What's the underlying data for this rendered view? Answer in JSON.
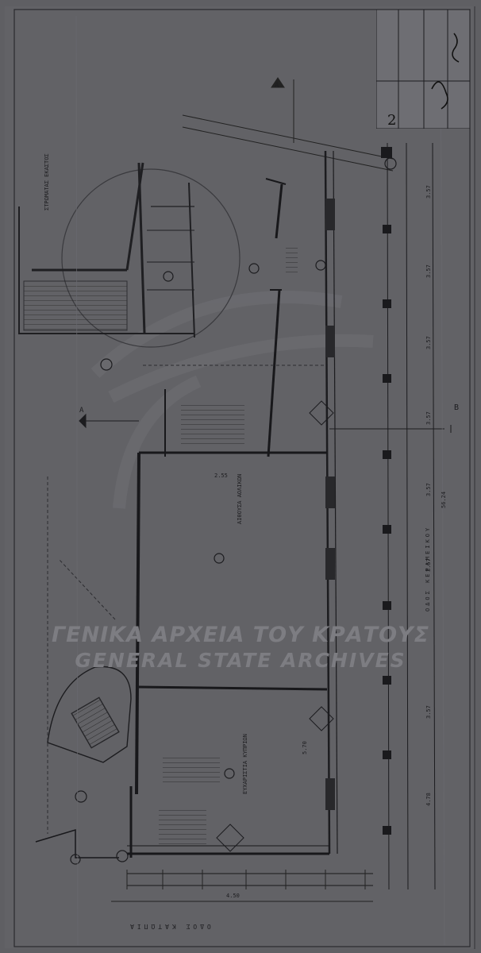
{
  "document": {
    "type": "architectural floor plan (scanned blueprint)",
    "watermark_greek": "ΓΕΝΙΚΑ ΑΡΧΕΙΑ ΤΟΥ ΚΡΑΤΟΥΣ",
    "watermark_english": "GENERAL STATE ARCHIVES",
    "rooms": {
      "hall": "ΑΙΘΟΥΣΑ ΑΟΛΙΚΩΝ",
      "ground_room": "ΕΥΧΑΡΙΣΤΙΑ ΚΥΠΡΙΩΝ",
      "top_left_room": "ΣΤΡΩΜΑΤΑΣ ΕΚΑΣΤΟΣ"
    },
    "street_label": "ΟΔΟΣ ΚΕΡΑΜΕΙΚΟΥ",
    "bottom_street_label": "ΟΔΟΣ ΚΑΤΩΠΙΑ",
    "section_markers": [
      "A",
      "A",
      "B"
    ],
    "dimensions": [
      "3.57",
      "3.57",
      "3.57",
      "3.57",
      "3.57",
      "3.57",
      "3.57",
      "4.78",
      "56.24",
      "2.55",
      "5.70",
      "4.50"
    ]
  },
  "colors": {
    "paper": "#5f5f63",
    "ink": "#1d1d20",
    "watermark": "#7d7d82"
  }
}
